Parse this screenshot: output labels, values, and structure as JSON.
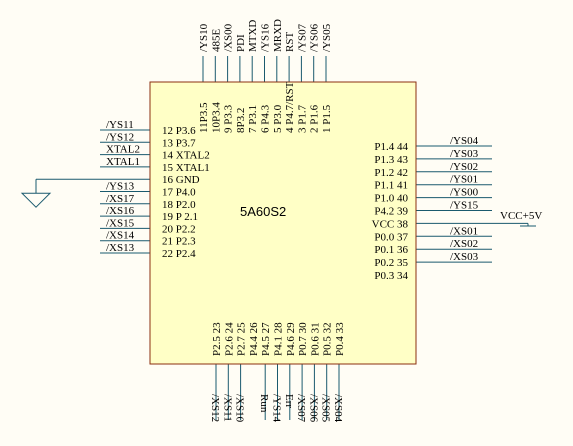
{
  "colors": {
    "background": "#fffdf5",
    "chip_fill": "#ffffc6",
    "chip_border": "#8b2f10",
    "wire": "#1a5a6e",
    "text": "#000000"
  },
  "chip": {
    "name": "5A60S2"
  },
  "top_pins": [
    {
      "pin": "11P3.5",
      "net": "/YS10"
    },
    {
      "pin": "10P3.4",
      "net": "485E"
    },
    {
      "pin": "9 P3.3",
      "net": "/XS00"
    },
    {
      "pin": "8P3.2",
      "net": "PDI"
    },
    {
      "pin": "7 P3.1",
      "net": "MTXD"
    },
    {
      "pin": "6 P4.3",
      "net": "/YS16"
    },
    {
      "pin": "5 P3.0",
      "net": "MRXD"
    },
    {
      "pin": "4 P4.7/RST",
      "net": "RST"
    },
    {
      "pin": "3 P1.7",
      "net": "/YS07"
    },
    {
      "pin": "2 P1.6",
      "net": "/YS06"
    },
    {
      "pin": "1 P1.5",
      "net": "/YS05"
    }
  ],
  "left_pins": [
    {
      "pin": "12 P3.6",
      "net": "/YS11"
    },
    {
      "pin": "13 P3.7",
      "net": "/YS12"
    },
    {
      "pin": "14 XTAL2",
      "net": "XTAL2"
    },
    {
      "pin": "15 XTAL1",
      "net": "XTAL1"
    },
    {
      "pin": "16 GND",
      "net": ""
    },
    {
      "pin": "17 P4.0",
      "net": "/YS13"
    },
    {
      "pin": "18 P2.0",
      "net": "/XS17"
    },
    {
      "pin": "19 P 2.1",
      "net": "/XS16"
    },
    {
      "pin": "20 P2.2",
      "net": "/XS15"
    },
    {
      "pin": "21 P2.3",
      "net": "/XS14"
    },
    {
      "pin": "22 P2.4",
      "net": "/XS13"
    }
  ],
  "right_pins": [
    {
      "pin": "P1.4 44",
      "net": "/YS04"
    },
    {
      "pin": "P1.3 43",
      "net": "/YS03"
    },
    {
      "pin": "P1.2 42",
      "net": "/YS02"
    },
    {
      "pin": "P1.1 41",
      "net": "/YS01"
    },
    {
      "pin": "P1.0 40",
      "net": "/YS00"
    },
    {
      "pin": "P4.2 39",
      "net": "/YS15"
    },
    {
      "pin": "VCC 38",
      "net": "VCC+5V"
    },
    {
      "pin": "P0.0 37",
      "net": "/XS01"
    },
    {
      "pin": "P0.1 36",
      "net": "/XS02"
    },
    {
      "pin": "P0.2 35",
      "net": "/XS03"
    },
    {
      "pin": "P0.3 34",
      "net": ""
    }
  ],
  "bottom_pins": [
    {
      "pin": "P2.5 23",
      "net": "/XS12"
    },
    {
      "pin": "P2.6 24",
      "net": "/XS11"
    },
    {
      "pin": "P2.7 25",
      "net": "/XS10"
    },
    {
      "pin": "P4.4 26",
      "net": ""
    },
    {
      "pin": "P4.5 27",
      "net": "Run"
    },
    {
      "pin": "P4.1 28",
      "net": "/YS14"
    },
    {
      "pin": "P4.6 29",
      "net": "Err"
    },
    {
      "pin": "P0.7 30",
      "net": "/XS07"
    },
    {
      "pin": "P0.6 31",
      "net": "/XS06"
    },
    {
      "pin": "P0.5 32",
      "net": "/XS05"
    },
    {
      "pin": "P0.4 33",
      "net": "/XS04"
    }
  ]
}
